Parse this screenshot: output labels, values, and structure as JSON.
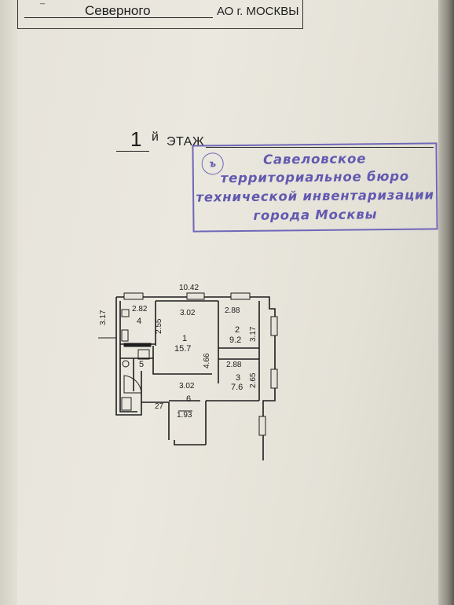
{
  "header": {
    "district": "Северного",
    "suffix": "АО г. МОСКВЫ"
  },
  "floor": {
    "number": "1",
    "suffix": "й",
    "word": "ЭТАЖ"
  },
  "stamp": {
    "circle_mark": "ъ",
    "lines": [
      "Савеловское",
      "территориальное бюро",
      "технической инвентаризации",
      "города Москвы"
    ]
  },
  "plan": {
    "overall_width": "10.42",
    "overall_depth": "3.17",
    "rooms": [
      {
        "number": "1",
        "area": "15.7",
        "dim_width": "3.02",
        "dim_height": "4.66"
      },
      {
        "number": "2",
        "area": "9.2",
        "dim_width": "2.88",
        "dim_height": "3.17"
      },
      {
        "number": "3",
        "area": "7.6",
        "dim_width": "2.88",
        "dim_height": "2.65"
      },
      {
        "number": "4",
        "dim_width": "2.82",
        "dim_height": "2.55"
      },
      {
        "number": "5"
      },
      {
        "number": "6",
        "dim_width": "3.02"
      }
    ],
    "extra_dims": [
      "27",
      "1.93"
    ]
  },
  "colors": {
    "stamp": "#6259b0",
    "ink": "#1d1d1d"
  }
}
